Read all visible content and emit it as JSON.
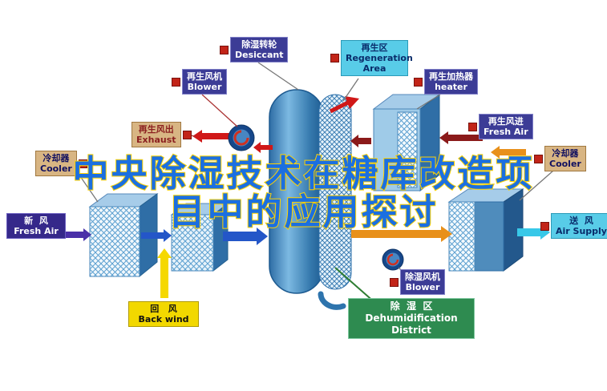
{
  "title": {
    "line1": "中央除湿技术在糖库改造项",
    "line2": "目中的应用探讨"
  },
  "labels": {
    "regen_blower": {
      "cn": "再生风机",
      "en": "Blower"
    },
    "desiccant": {
      "cn": "除湿转轮",
      "en": "Desiccant"
    },
    "regen_area": {
      "cn": "再生区",
      "en": "Regeneration Area"
    },
    "heater": {
      "cn": "再生加热器",
      "en": "heater"
    },
    "exhaust": {
      "cn": "再生风出",
      "en": "Exhaust"
    },
    "regen_fresh_air": {
      "cn": "再生风进",
      "en": "Fresh Air"
    },
    "cooler_left": {
      "cn": "冷却器",
      "en": "Cooler"
    },
    "cooler_right": {
      "cn": "冷却器",
      "en": "Cooler"
    },
    "fresh_air": {
      "cn": "新  风",
      "en": "Fresh Air"
    },
    "air_supply": {
      "cn": "送  风",
      "en": "Air Supply"
    },
    "back_wind": {
      "cn": "回   风",
      "en": "Back wind"
    },
    "dehum_blower": {
      "cn": "除湿风机",
      "en": "Blower"
    },
    "dehum_district": {
      "cn": "除  湿  区",
      "en1": "Dehumidification",
      "en2": "District"
    }
  },
  "colors": {
    "title_blue": "#1b6fe0",
    "title_outline": "#ffd200",
    "purple_label": "#3c3c96",
    "navy_label": "#35288a",
    "tan_label": "#d8b583",
    "cyan_label": "#58cce8",
    "yellow_label": "#f2d800",
    "green_label": "#2e8b50",
    "wheel_blue": "#3579ad",
    "arrow_blue": "#2456c8",
    "arrow_purple": "#4a30a8",
    "arrow_yellow": "#f5d800",
    "arrow_orange": "#e8901a",
    "arrow_cyan": "#38c8e8",
    "arrow_red": "#d01818",
    "arrow_maroon": "#8b1a1a",
    "marker_red": "#c22418",
    "leader_green": "#2e7d32"
  }
}
